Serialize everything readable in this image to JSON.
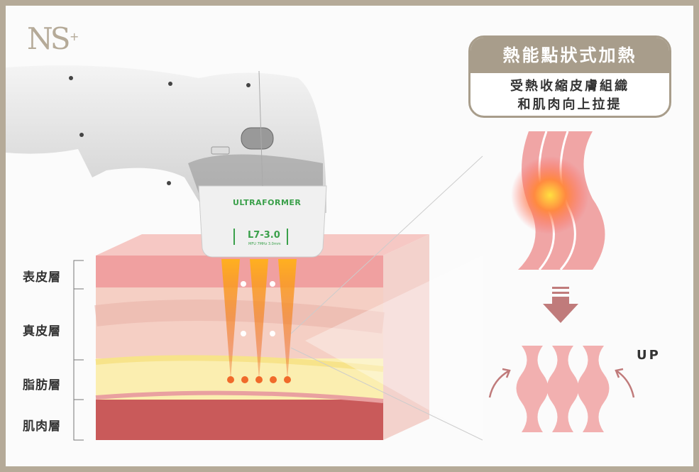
{
  "logo": {
    "text": "NS",
    "plus": "+"
  },
  "device": {
    "brand": "ULTRAFORMER",
    "cartridge": "L7-3.0",
    "spec": "MFU 7MHz 3.0mm"
  },
  "layers": [
    "表皮層",
    "真皮層",
    "脂肪層",
    "肌肉層"
  ],
  "badge": {
    "title": "熱能點狀式加熱",
    "lines": [
      "受熱收縮皮膚組織",
      "和肌肉向上拉提"
    ]
  },
  "up_label": "UP",
  "colors": {
    "frame": "#b5aa98",
    "badge": "#a89d8b",
    "brand_green": "#3aa04a"
  }
}
